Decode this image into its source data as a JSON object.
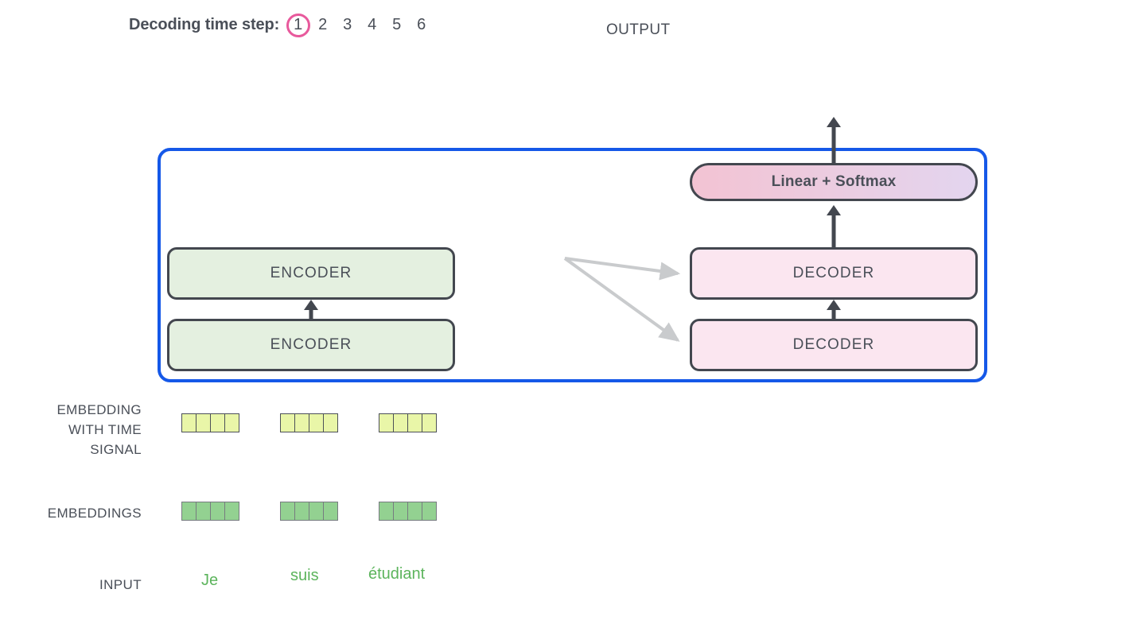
{
  "header": {
    "timestep_label": "Decoding time step:",
    "timesteps": [
      "1",
      "2",
      "3",
      "4",
      "5",
      "6"
    ],
    "active_timestep": "1",
    "output_label": "OUTPUT",
    "circle_color": "#e8599c"
  },
  "diagram": {
    "container_border_color": "#1558e8",
    "encoder_stack": [
      {
        "label": "ENCODER"
      },
      {
        "label": "ENCODER"
      }
    ],
    "decoder_stack": [
      {
        "label": "DECODER"
      },
      {
        "label": "DECODER"
      }
    ],
    "output_head": {
      "label": "Linear + Softmax",
      "gradient_start": "#f3c3d3",
      "gradient_end": "#e3d5ef"
    },
    "encoder_color": "#e4f0e0",
    "decoder_color": "#fbe6f0",
    "arrow_color": "#43474f",
    "cross_attention_arrow_color": "#c9cbcd"
  },
  "rows": {
    "embedding_with_time_signal": {
      "label_lines": [
        "EMBEDDING",
        "WITH TIME",
        "SIGNAL"
      ],
      "label": "EMBEDDING WITH TIME SIGNAL",
      "cell_color": "#e9f6a8",
      "cells_per_token": 4,
      "tokens": 3
    },
    "embeddings": {
      "label": "EMBEDDINGS",
      "cell_color": "#93d191",
      "cells_per_token": 4,
      "tokens": 3
    },
    "input": {
      "label": "INPUT",
      "word_color": "#5cb45c",
      "words": [
        "Je",
        "suis",
        "étudiant"
      ]
    }
  }
}
